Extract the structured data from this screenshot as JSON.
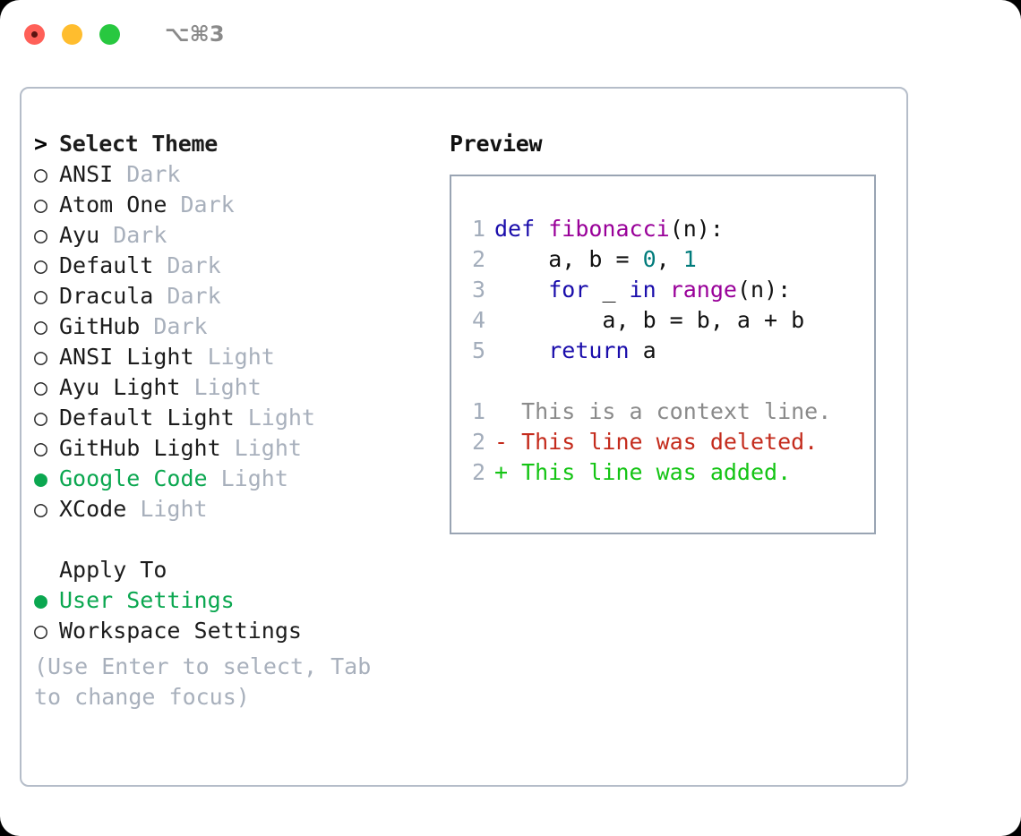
{
  "window": {
    "shortcut": "⌥⌘3",
    "traffic_lights": [
      "close",
      "minimize",
      "maximize"
    ],
    "colors": {
      "close": "#ff6058",
      "minimize": "#ffbd2e",
      "maximize": "#28c840",
      "accent_green": "#0ba750",
      "muted": "#a8b0bc",
      "border": "#b5bdc9"
    }
  },
  "theme_picker": {
    "header": {
      "prompt": ">",
      "title": "Select Theme"
    },
    "markers": {
      "selected": "●",
      "unselected": "○",
      "prompt": ">"
    },
    "items": [
      {
        "marker": "○",
        "name": "ANSI",
        "suffix": "Dark",
        "selected": false
      },
      {
        "marker": "○",
        "name": "Atom One",
        "suffix": "Dark",
        "selected": false
      },
      {
        "marker": "○",
        "name": "Ayu",
        "suffix": "Dark",
        "selected": false
      },
      {
        "marker": "○",
        "name": "Default",
        "suffix": "Dark",
        "selected": false
      },
      {
        "marker": "○",
        "name": "Dracula",
        "suffix": "Dark",
        "selected": false
      },
      {
        "marker": "○",
        "name": "GitHub",
        "suffix": "Dark",
        "selected": false
      },
      {
        "marker": "○",
        "name": "ANSI Light",
        "suffix": "Light",
        "selected": false
      },
      {
        "marker": "○",
        "name": "Ayu Light",
        "suffix": "Light",
        "selected": false
      },
      {
        "marker": "○",
        "name": "Default Light",
        "suffix": "Light",
        "selected": false
      },
      {
        "marker": "○",
        "name": "GitHub Light",
        "suffix": "Light",
        "selected": false
      },
      {
        "marker": "●",
        "name": "Google Code",
        "suffix": "Light",
        "selected": true
      },
      {
        "marker": "○",
        "name": "XCode",
        "suffix": "Light",
        "selected": false
      }
    ]
  },
  "apply_to": {
    "title": "Apply To",
    "options": [
      {
        "marker": "●",
        "label": "User Settings",
        "selected": true
      },
      {
        "marker": "○",
        "label": "Workspace Settings",
        "selected": false
      }
    ]
  },
  "hint": "(Use Enter to select, Tab to change focus)",
  "preview": {
    "title": "Preview",
    "code_lines": [
      {
        "num": "1",
        "tokens": [
          {
            "t": "def ",
            "c": "kw"
          },
          {
            "t": "fibonacci",
            "c": "fn"
          },
          {
            "t": "(n):",
            "c": "plain"
          }
        ]
      },
      {
        "num": "2",
        "tokens": [
          {
            "t": "    a, b = ",
            "c": "plain"
          },
          {
            "t": "0",
            "c": "num"
          },
          {
            "t": ", ",
            "c": "plain"
          },
          {
            "t": "1",
            "c": "num"
          }
        ]
      },
      {
        "num": "3",
        "tokens": [
          {
            "t": "    ",
            "c": "plain"
          },
          {
            "t": "for ",
            "c": "kw"
          },
          {
            "t": "_ ",
            "c": "plain"
          },
          {
            "t": "in ",
            "c": "kw"
          },
          {
            "t": "range",
            "c": "fn"
          },
          {
            "t": "(n):",
            "c": "plain"
          }
        ]
      },
      {
        "num": "4",
        "tokens": [
          {
            "t": "        a, b = b, a + b",
            "c": "plain"
          }
        ]
      },
      {
        "num": "5",
        "tokens": [
          {
            "t": "    ",
            "c": "plain"
          },
          {
            "t": "return ",
            "c": "kw"
          },
          {
            "t": "a",
            "c": "plain"
          }
        ]
      }
    ],
    "diff_lines": [
      {
        "num": "1",
        "tokens": [
          {
            "t": "  This is a context line.",
            "c": "ctx"
          }
        ]
      },
      {
        "num": "2",
        "tokens": [
          {
            "t": "- This line was deleted.",
            "c": "del"
          }
        ]
      },
      {
        "num": "2",
        "tokens": [
          {
            "t": "+ This line was added.",
            "c": "add"
          }
        ]
      }
    ]
  }
}
